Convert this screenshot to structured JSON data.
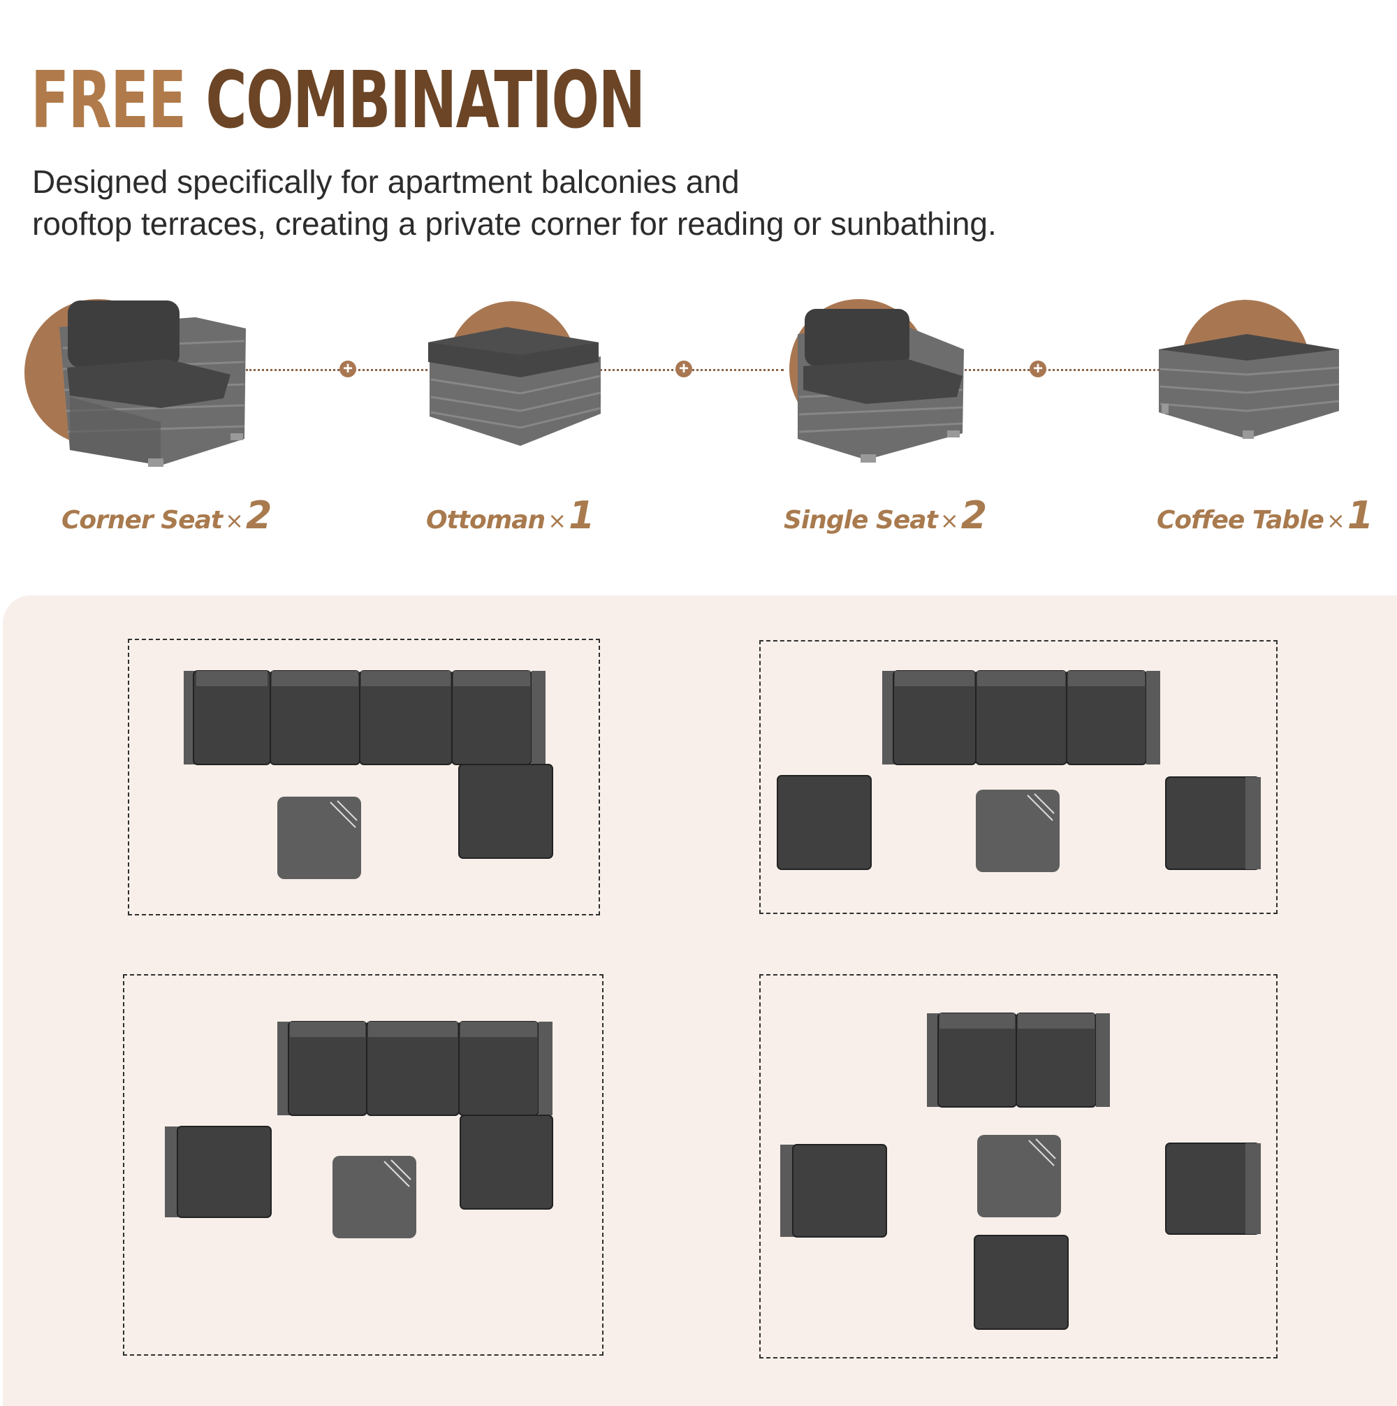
{
  "heading": {
    "word1": "FREE",
    "word2": "COMBINATION"
  },
  "description": {
    "line1": "Designed specifically for apartment balconies and",
    "line2": "rooftop terraces, creating a private corner for reading or sunbathing."
  },
  "products": [
    {
      "name": "Corner Seat",
      "times": "×",
      "qty": "2"
    },
    {
      "name": "Ottoman",
      "times": "×",
      "qty": "1"
    },
    {
      "name": "Single Seat",
      "times": "×",
      "qty": "2"
    },
    {
      "name": "Coffee Table",
      "times": "×",
      "qty": "1"
    }
  ],
  "colors": {
    "title_light": "#b07a4a",
    "title_dark": "#6b4526",
    "accent_circle": "#a87752",
    "label": "#a87a4e",
    "panel_bg": "#f8efea",
    "cushion": "#404040",
    "table_top": "#5f5e5e",
    "armrest": "#5a5a5a"
  },
  "icons": {
    "connector": "plus-circle-icon"
  }
}
